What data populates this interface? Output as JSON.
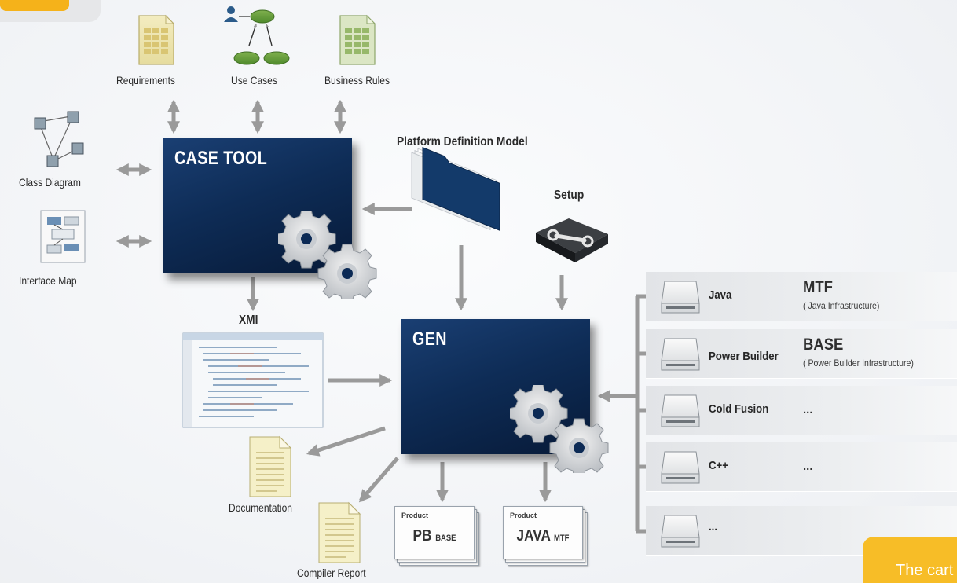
{
  "inputs": {
    "requirements": "Requirements",
    "use_cases": "Use Cases",
    "business_rules": "Business Rules",
    "class_diagram": "Class Diagram",
    "interface_map": "Interface Map"
  },
  "case_tool": {
    "title": "CASE TOOL"
  },
  "platform_definition_model": "Platform Definition Model",
  "setup": "Setup",
  "xmi": "XMI",
  "gen": {
    "title": "GEN"
  },
  "outputs": {
    "documentation": "Documentation",
    "compiler_report": "Compiler Report"
  },
  "products": [
    {
      "caption": "Product",
      "name": "PB",
      "suffix": "BASE"
    },
    {
      "caption": "Product",
      "name": "JAVA",
      "suffix": "MTF"
    }
  ],
  "technologies": [
    {
      "name": "Java",
      "infra": "MTF",
      "infra_note": "( Java Infrastructure)"
    },
    {
      "name": "Power Builder",
      "infra": "BASE",
      "infra_note": "( Power Builder Infrastructure)"
    },
    {
      "name": "Cold Fusion",
      "infra": "..."
    },
    {
      "name": "C++",
      "infra": "..."
    },
    {
      "name": "..."
    }
  ],
  "callout_text": "The cart",
  "colors": {
    "box_dark": "#0e2c56",
    "arrow_gray": "#9a9a9a",
    "callout_yellow": "#f7bd27"
  }
}
